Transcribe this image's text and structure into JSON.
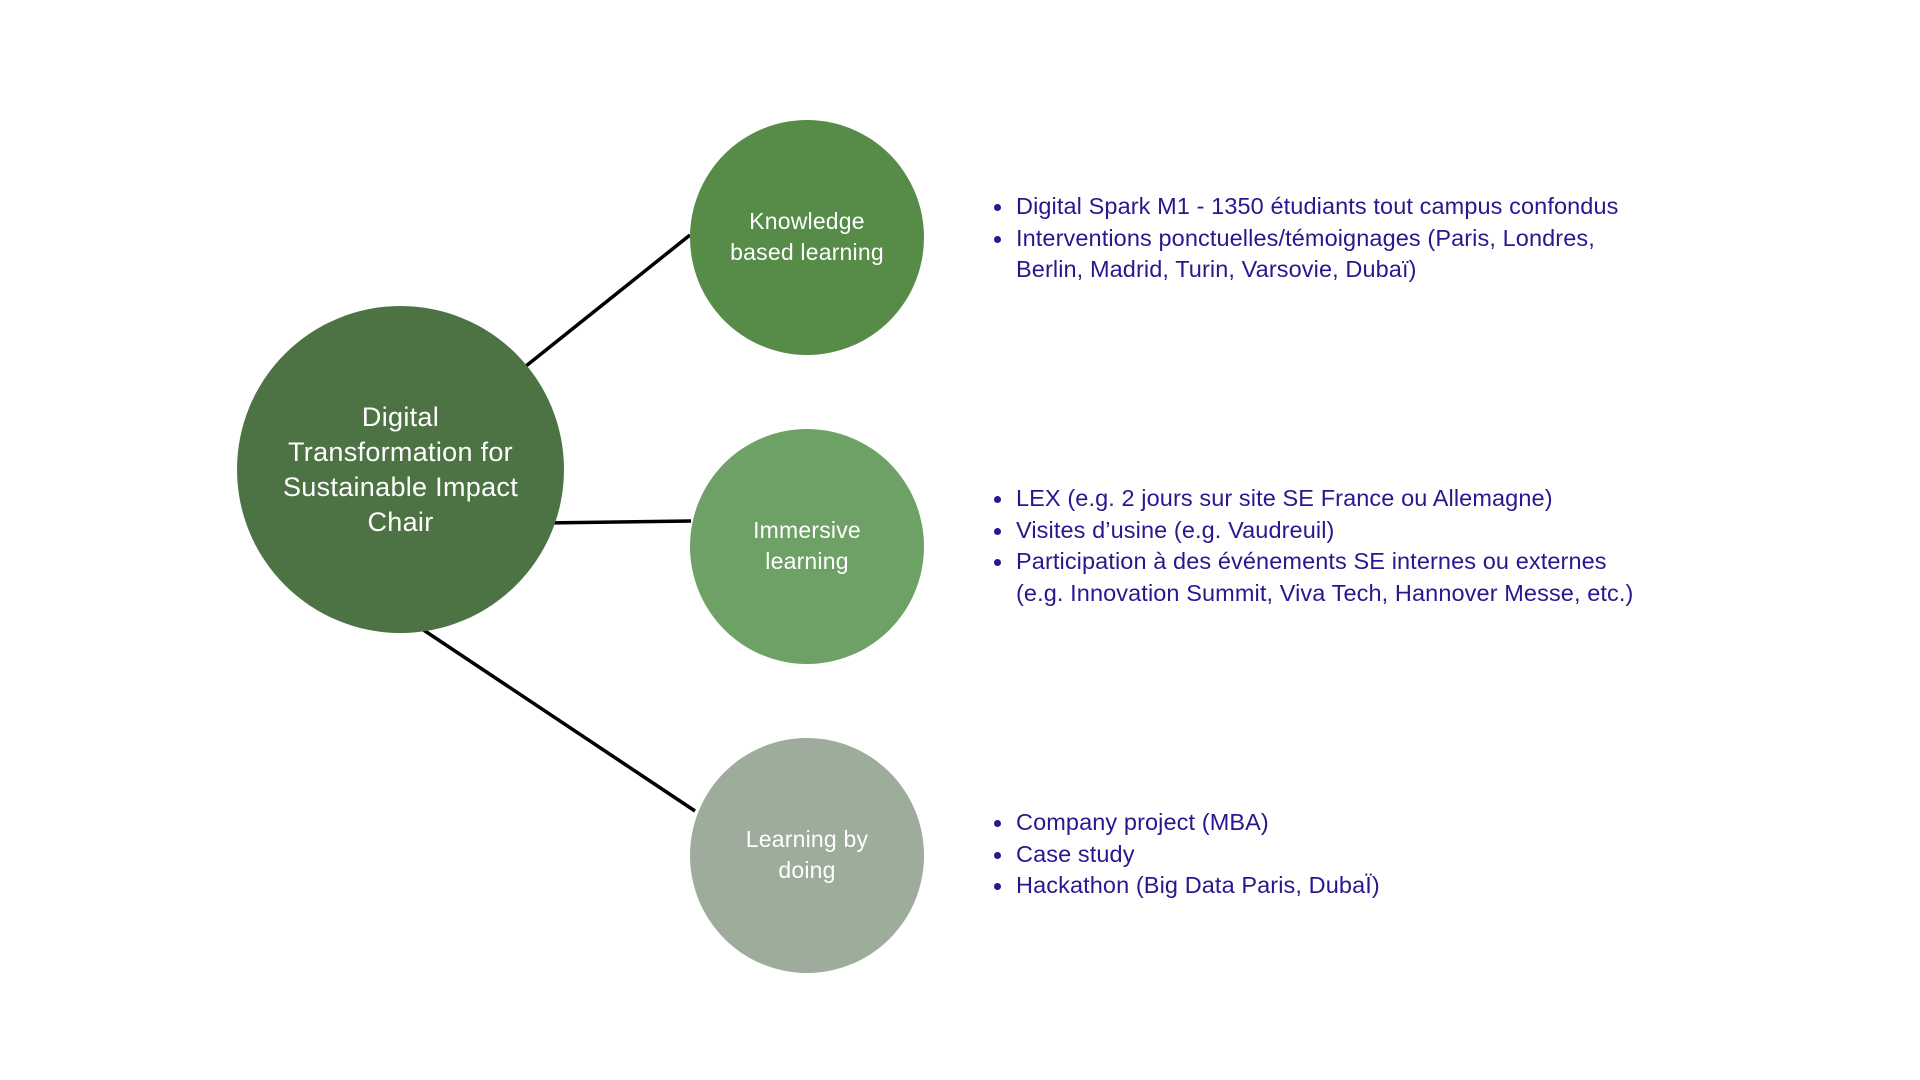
{
  "colors": {
    "center": "#4d7345",
    "knowledge": "#568b48",
    "immersive": "#6ea165",
    "doing": "#9dac9b",
    "bullet_text": "#2a178e",
    "connector": "#000000"
  },
  "center": {
    "label": "Digital\nTransformation for\nSustainable Impact\nChair"
  },
  "branches": [
    {
      "id": "knowledge",
      "label": "Knowledge\nbased learning",
      "items": [
        "Digital Spark M1 - 1350 étudiants tout campus confondus",
        "Interventions ponctuelles/témoignages (Paris, Londres,\nBerlin, Madrid, Turin, Varsovie, Dubaï)"
      ]
    },
    {
      "id": "immersive",
      "label": "Immersive\nlearning",
      "items": [
        "LEX (e.g. 2 jours sur site SE France ou Allemagne)",
        "Visites d’usine (e.g. Vaudreuil)",
        "Participation à des événements SE internes ou externes\n(e.g. Innovation Summit, Viva Tech, Hannover Messe, etc.)"
      ]
    },
    {
      "id": "doing",
      "label": "Learning by\ndoing",
      "items": [
        "Company project (MBA)",
        "Case study",
        "Hackathon (Big Data Paris, DubaÏ)"
      ]
    }
  ]
}
